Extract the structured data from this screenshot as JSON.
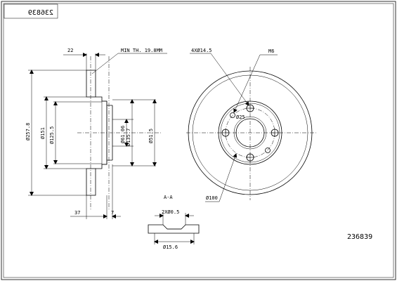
{
  "title_block": {
    "part_number": "236839",
    "part_number_mirrored": "236839"
  },
  "side_view": {
    "dim_top_width": "22",
    "min_thickness_note": "MIN TH. 19.8MM",
    "dim_outer_dia": "Ø257.8",
    "dim_hat_dia": "Ø151",
    "dim_inner_dia": "Ø125.5",
    "dim_center_bore": "Ø61.06",
    "dim_bolt_circle": "Ø135.7",
    "dim_mounting": "Ø51.5",
    "dim_bottom_height": "37",
    "dim_bottom_small": "7"
  },
  "front_view": {
    "holes_label": "4XØ14.5",
    "thread_label": "M6",
    "center_hole_label": "Ø25",
    "pcd_label": "Ø100"
  },
  "section_view": {
    "title": "A-A",
    "chamfer_label": "2XØ0.5",
    "width_label": "Ø15.6"
  }
}
